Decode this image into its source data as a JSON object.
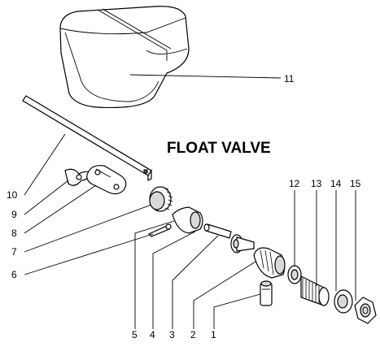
{
  "diagram": {
    "title": "FLOAT VALVE",
    "callouts": [
      {
        "id": "1",
        "text": "1"
      },
      {
        "id": "2",
        "text": "2"
      },
      {
        "id": "3",
        "text": "3"
      },
      {
        "id": "4",
        "text": "4"
      },
      {
        "id": "5",
        "text": "5"
      },
      {
        "id": "6",
        "text": "6"
      },
      {
        "id": "7",
        "text": "7"
      },
      {
        "id": "8",
        "text": "8"
      },
      {
        "id": "9",
        "text": "9"
      },
      {
        "id": "10",
        "text": "10"
      },
      {
        "id": "11",
        "text": "11"
      },
      {
        "id": "12",
        "text": "12"
      },
      {
        "id": "13",
        "text": "13"
      },
      {
        "id": "14",
        "text": "14"
      },
      {
        "id": "15",
        "text": "15"
      }
    ]
  }
}
